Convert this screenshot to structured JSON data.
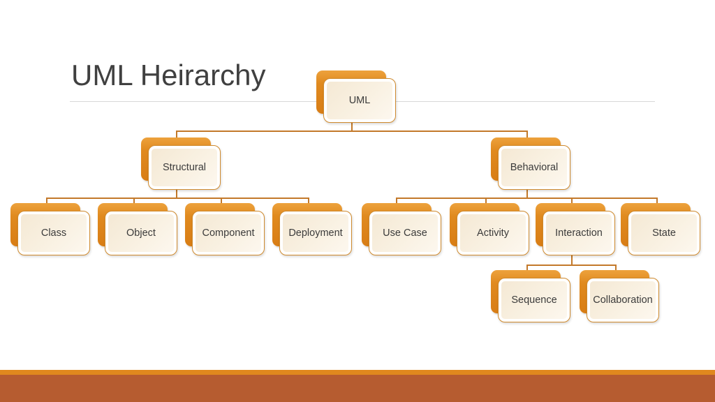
{
  "slide": {
    "title": "UML Heirarchy"
  },
  "nodes": {
    "uml": {
      "label": "UML"
    },
    "structural": {
      "label": "Structural"
    },
    "behavioral": {
      "label": "Behavioral"
    },
    "class": {
      "label": "Class"
    },
    "object": {
      "label": "Object"
    },
    "component": {
      "label": "Component"
    },
    "deployment": {
      "label": "Deployment"
    },
    "use_case": {
      "label": "Use Case"
    },
    "activity": {
      "label": "Activity"
    },
    "interaction": {
      "label": "Interaction"
    },
    "state": {
      "label": "State"
    },
    "sequence": {
      "label": "Sequence"
    },
    "collaboration": {
      "label": "Collaboration"
    }
  },
  "hierarchy": {
    "label": "UML",
    "children": [
      {
        "label": "Structural",
        "children": [
          {
            "label": "Class"
          },
          {
            "label": "Object"
          },
          {
            "label": "Component"
          },
          {
            "label": "Deployment"
          }
        ]
      },
      {
        "label": "Behavioral",
        "children": [
          {
            "label": "Use Case"
          },
          {
            "label": "Activity"
          },
          {
            "label": "Interaction",
            "children": [
              {
                "label": "Sequence"
              },
              {
                "label": "Collaboration"
              }
            ]
          },
          {
            "label": "State"
          }
        ]
      }
    ]
  },
  "colors": {
    "accent_orange": "#e08a1f",
    "box_fill_cream": "#f9f1e2",
    "box_border": "#cf8a2e",
    "connector": "#c3792a",
    "title_text": "#404040",
    "title_rule": "#d8d8d8",
    "footer_strip": "#e0881e",
    "footer_bar": "#b65c30"
  }
}
